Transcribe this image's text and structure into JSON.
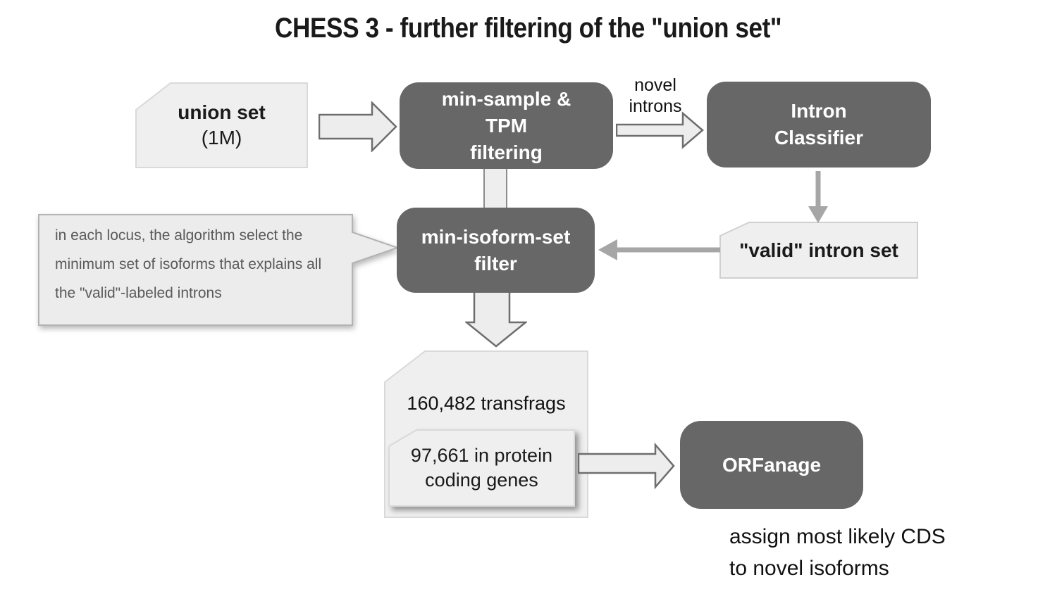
{
  "title": "CHESS 3 - further filtering of the \"union set\"",
  "colors": {
    "dark_box": "#676767",
    "box_text": "#ffffff",
    "light_fill": "#efefef",
    "block_arrow_fill": "#ededed",
    "block_arrow_border": "#6e6e6e",
    "line_arrow": "#a6a6a6",
    "doc_border": "#d9d9d9",
    "callout_fill": "#ececec",
    "callout_border": "#b3b3b3",
    "callout_text": "#595959"
  },
  "nodes": {
    "union_set": {
      "line1": "union set",
      "line2": "(1M)"
    },
    "min_sample_filter": {
      "lines": [
        "min-sample &",
        "TPM",
        "filtering"
      ]
    },
    "novel_introns_label": {
      "lines": [
        "novel",
        "introns"
      ]
    },
    "intron_classifier": {
      "lines": [
        "Intron",
        "Classifier"
      ]
    },
    "valid_intron_set": {
      "label": "\"valid\" intron set"
    },
    "min_isoform_filter": {
      "lines": [
        "min-isoform-set",
        "filter"
      ]
    },
    "callout": {
      "lines": [
        "in each locus, the algorithm select the",
        "minimum set of isoforms that explains all",
        "the \"valid\"-labeled introns"
      ]
    },
    "transfrags_doc": {
      "label": "160,482 transfrags"
    },
    "protein_coding_box": {
      "lines": [
        "97,661 in protein",
        "coding genes"
      ]
    },
    "orfanage": {
      "label": "ORFanage"
    },
    "orfanage_note": {
      "lines": [
        "assign most likely CDS",
        "to novel isoforms"
      ]
    }
  }
}
